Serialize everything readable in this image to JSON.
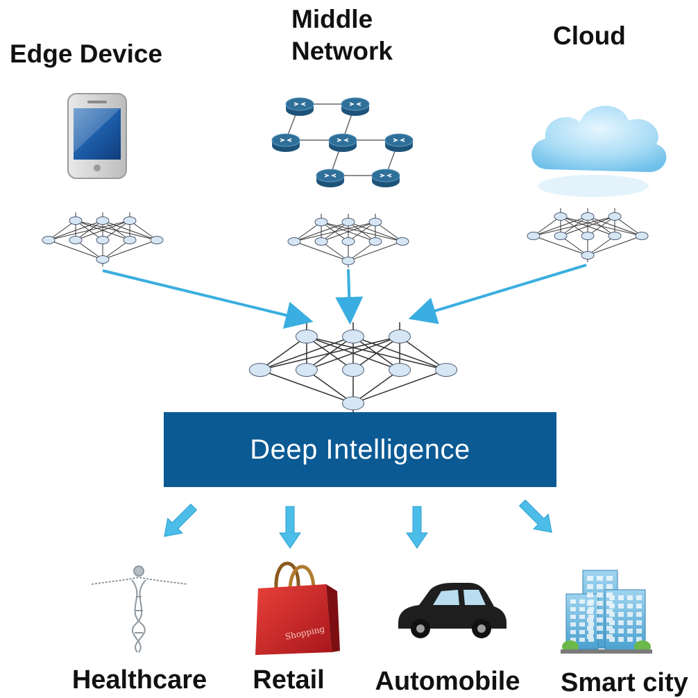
{
  "sources": {
    "edge": {
      "label": "Edge Device",
      "icon": "smartphone-icon"
    },
    "middle": {
      "label_line1": "Middle",
      "label_line2": "Network",
      "icon": "router-network-icon"
    },
    "cloud": {
      "label": "Cloud",
      "icon": "cloud-icon"
    }
  },
  "center": {
    "label": "Deep Intelligence",
    "color": "#0b5a94"
  },
  "applications": [
    {
      "label": "Healthcare",
      "icon": "dna-human-icon"
    },
    {
      "label": "Retail",
      "icon": "shopping-bag-icon"
    },
    {
      "label": "Automobile",
      "icon": "car-icon"
    },
    {
      "label": "Smart city",
      "icon": "building-icon"
    }
  ],
  "colors": {
    "arrow": "#3aaee0",
    "node_fill": "#d7e6f5",
    "node_stroke": "#4a5a70",
    "router": "#2f6f98"
  }
}
